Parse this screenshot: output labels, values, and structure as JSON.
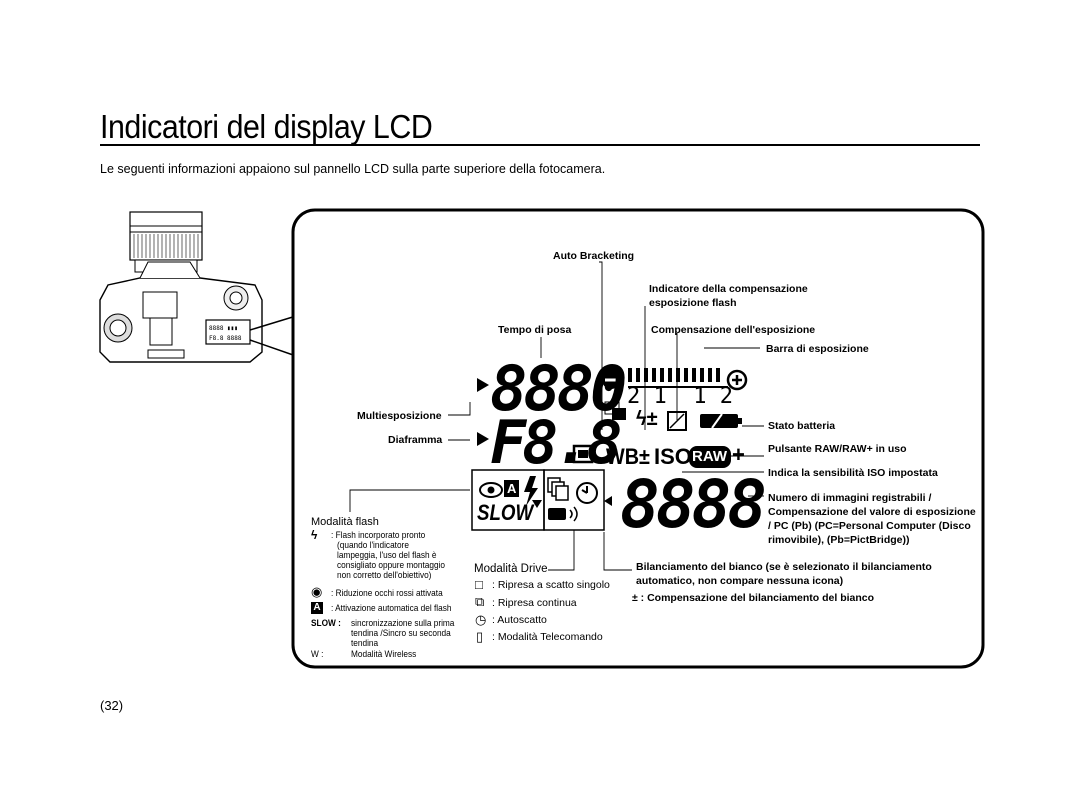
{
  "page": {
    "title": "Indicatori del display LCD",
    "intro": "Le seguenti informazioni appaiono sul pannello LCD sulla parte superiore della fotocamera.",
    "page_number": "(32)"
  },
  "lcd": {
    "shutter_digits": "8880",
    "aperture_digits": "F8.8",
    "counter_digits": "8888",
    "bracket_digits": "2 1  1 2",
    "wb_label": "WB±",
    "iso_label": "ISO",
    "raw_label": "RAW",
    "raw_plus": "+",
    "slow_label": "SLOW",
    "flash_a_label": "A"
  },
  "callouts": {
    "auto_bracketing": "Auto Bracketing",
    "flash_comp_line1": "Indicatore della compensazione",
    "flash_comp_line2": "esposizione flash",
    "shutter": "Tempo di posa",
    "exposure_comp": "Compensazione dell'esposizione",
    "exposure_bar": "Barra di esposizione",
    "multi_exposure": "Multiesposizione",
    "aperture": "Diaframma",
    "battery": "Stato batteria",
    "raw_button": "Pulsante RAW/RAW+ in uso",
    "iso_set": "Indica la sensibilità ISO impostata",
    "counter_line1": "Numero di immagini registrabili /",
    "counter_line2": "Compensazione del valore di esposizione",
    "counter_line3": "/ PC (Pb) (PC=Personal Computer (Disco",
    "counter_line4": "rimovibile), (Pb=PictBridge))",
    "wb_line1": "Bilanciamento del bianco (se è selezionato il bilanciamento",
    "wb_line2": "automatico, non compare nessuna icona)",
    "wb_comp": "± : Compensazione del bilanciamento del bianco"
  },
  "flash_mode": {
    "heading": "Modalità flash",
    "items": [
      {
        "sym": "ϟ",
        "lines": [
          ": Flash incorporato pronto",
          "(quando l'indicatore",
          "lampeggia, l'uso del flash è",
          "consigliato oppure montaggio",
          "non corretto dell'obiettivo)"
        ]
      },
      {
        "sym": "◉",
        "lines": [
          ": Riduzione occhi rossi attivata"
        ]
      },
      {
        "sym": "A",
        "lines": [
          ": Attivazione automatica del flash"
        ]
      },
      {
        "sym": "SLOW :",
        "lines": [
          "sincronizzazione sulla prima",
          "tendina /Sincro su seconda",
          "tendina"
        ]
      },
      {
        "sym": "W :",
        "lines": [
          "Modalità Wireless"
        ]
      }
    ]
  },
  "drive_mode": {
    "heading": "Modalità Drive",
    "items": [
      {
        "sym": "□",
        "label": ":  Ripresa a scatto singolo"
      },
      {
        "sym": "⧉",
        "label": ":  Ripresa continua"
      },
      {
        "sym": "◷",
        "label": ":  Autoscatto"
      },
      {
        "sym": "▯",
        "label": ":  Modalità Telecomando"
      }
    ]
  }
}
